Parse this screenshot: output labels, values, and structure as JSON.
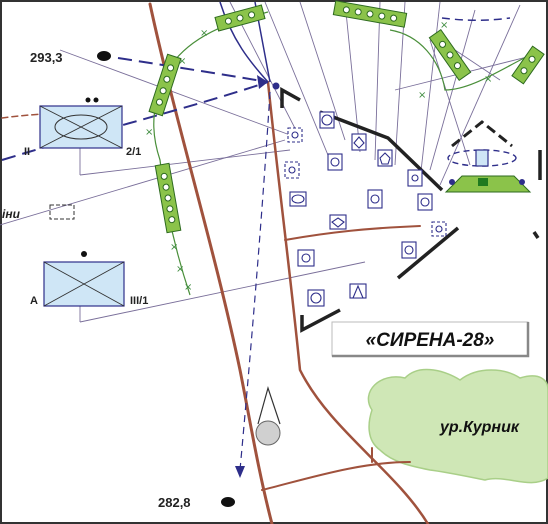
{
  "labels": {
    "height_top": "293,3",
    "height_bottom": "282,8",
    "unit_top_left": "II",
    "unit_top_right": "2/1",
    "unit_bottom_left": "A",
    "unit_bottom_right": "III/1",
    "partial_word": "іни",
    "object_name": "«СИРЕНА-28»",
    "forest_name": "ур.Курник"
  },
  "colors": {
    "road": "#a0523d",
    "route": "#2e2e8a",
    "forest": "#cfe7b6",
    "forest_edge": "#a9cf88",
    "green_chain": "#8bc34a",
    "unit_fill": "#cfe6f6",
    "fence": "#222222"
  }
}
